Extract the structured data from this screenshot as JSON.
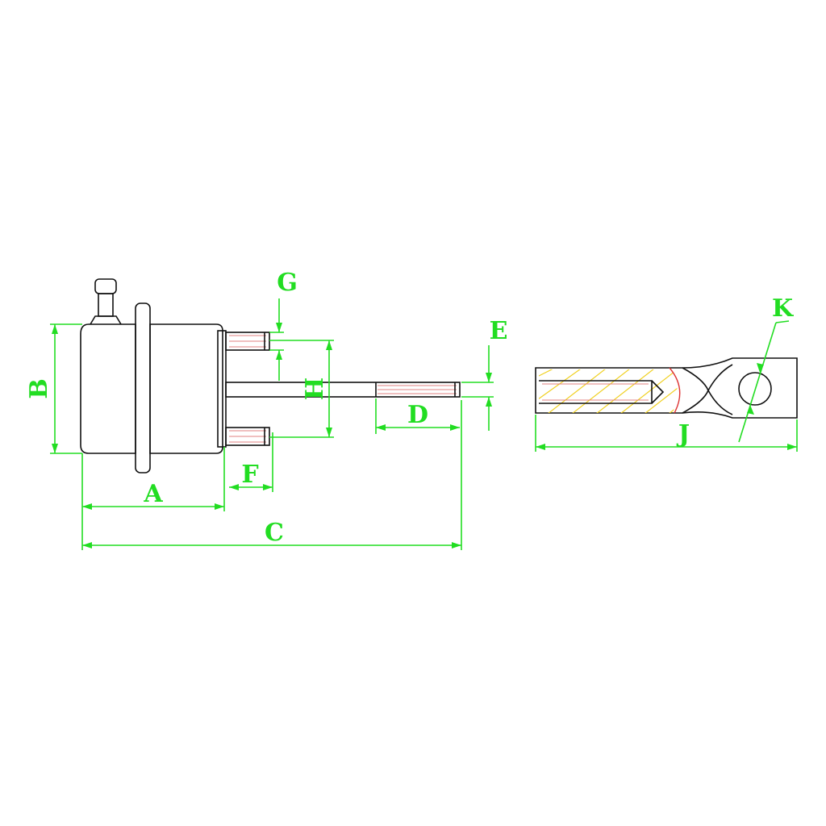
{
  "labels": {
    "A": "A",
    "B": "B",
    "C": "C",
    "D": "D",
    "E": "E",
    "F": "F",
    "G": "G",
    "H": "H",
    "J": "J",
    "K": "K"
  },
  "colors": {
    "dimension": "#22dd22",
    "outline": "#111111",
    "thread": "#e08080",
    "hatch": "#f0d020",
    "background": "#ffffff"
  }
}
